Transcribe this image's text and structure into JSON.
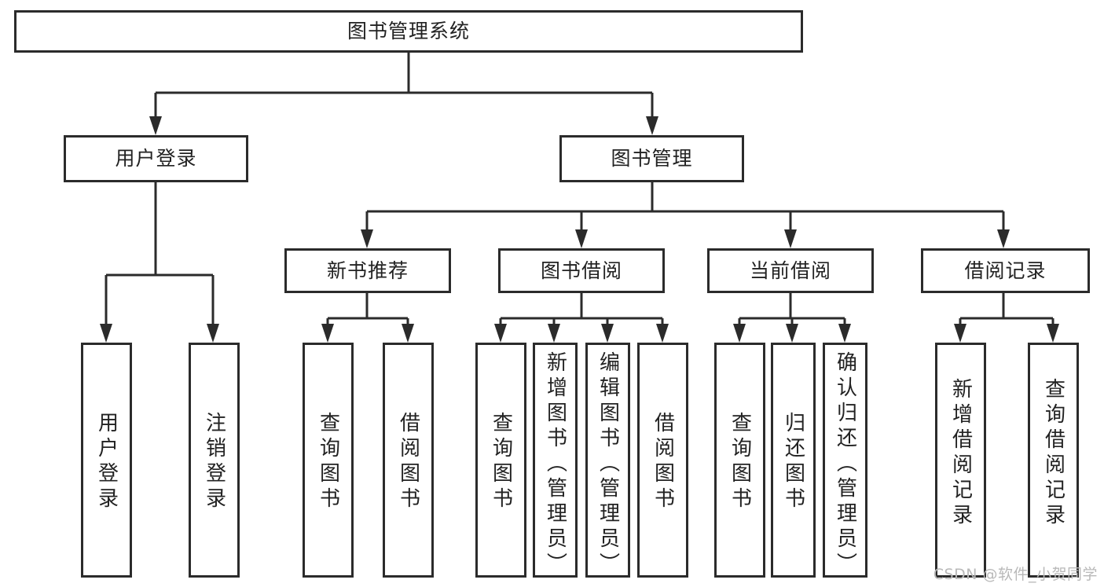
{
  "diagram": {
    "title": "图书管理系统",
    "type": "tree",
    "background_color": "#ffffff",
    "line_color": "#2b2b2b",
    "box_border_color": "#2b2b2b",
    "text_color": "#222222"
  },
  "nodes": {
    "root": {
      "label": "图书管理系统"
    },
    "level2": [
      {
        "id": "user-login",
        "label": "用户登录"
      },
      {
        "id": "book-management",
        "label": "图书管理"
      }
    ],
    "level3": [
      {
        "id": "new-book-recommend",
        "label": "新书推荐"
      },
      {
        "id": "book-borrow",
        "label": "图书借阅"
      },
      {
        "id": "current-borrow",
        "label": "当前借阅"
      },
      {
        "id": "borrow-record",
        "label": "借阅记录"
      }
    ],
    "leaves": {
      "user_login": [
        {
          "id": "leaf-user-login",
          "label": "用户登录"
        },
        {
          "id": "leaf-logout-login",
          "label": "注销登录"
        }
      ],
      "new_book_recommend": [
        {
          "id": "leaf-query-book-1",
          "label": "查询图书"
        },
        {
          "id": "leaf-borrow-book-1",
          "label": "借阅图书"
        }
      ],
      "book_borrow": [
        {
          "id": "leaf-query-book-2",
          "label": "查询图书"
        },
        {
          "id": "leaf-add-book",
          "label": "新增图书（管理员）"
        },
        {
          "id": "leaf-edit-book",
          "label": "编辑图书（管理员）"
        },
        {
          "id": "leaf-borrow-book-2",
          "label": "借阅图书"
        }
      ],
      "current_borrow": [
        {
          "id": "leaf-query-book-3",
          "label": "查询图书"
        },
        {
          "id": "leaf-return-book",
          "label": "归还图书"
        },
        {
          "id": "leaf-confirm-return",
          "label": "确认归还（管理员）"
        }
      ],
      "borrow_record": [
        {
          "id": "leaf-add-record",
          "label": "新增借阅记录"
        },
        {
          "id": "leaf-query-record",
          "label": "查询借阅记录"
        }
      ]
    }
  },
  "watermark": {
    "text": "CSDN @软件_小贺同学"
  }
}
